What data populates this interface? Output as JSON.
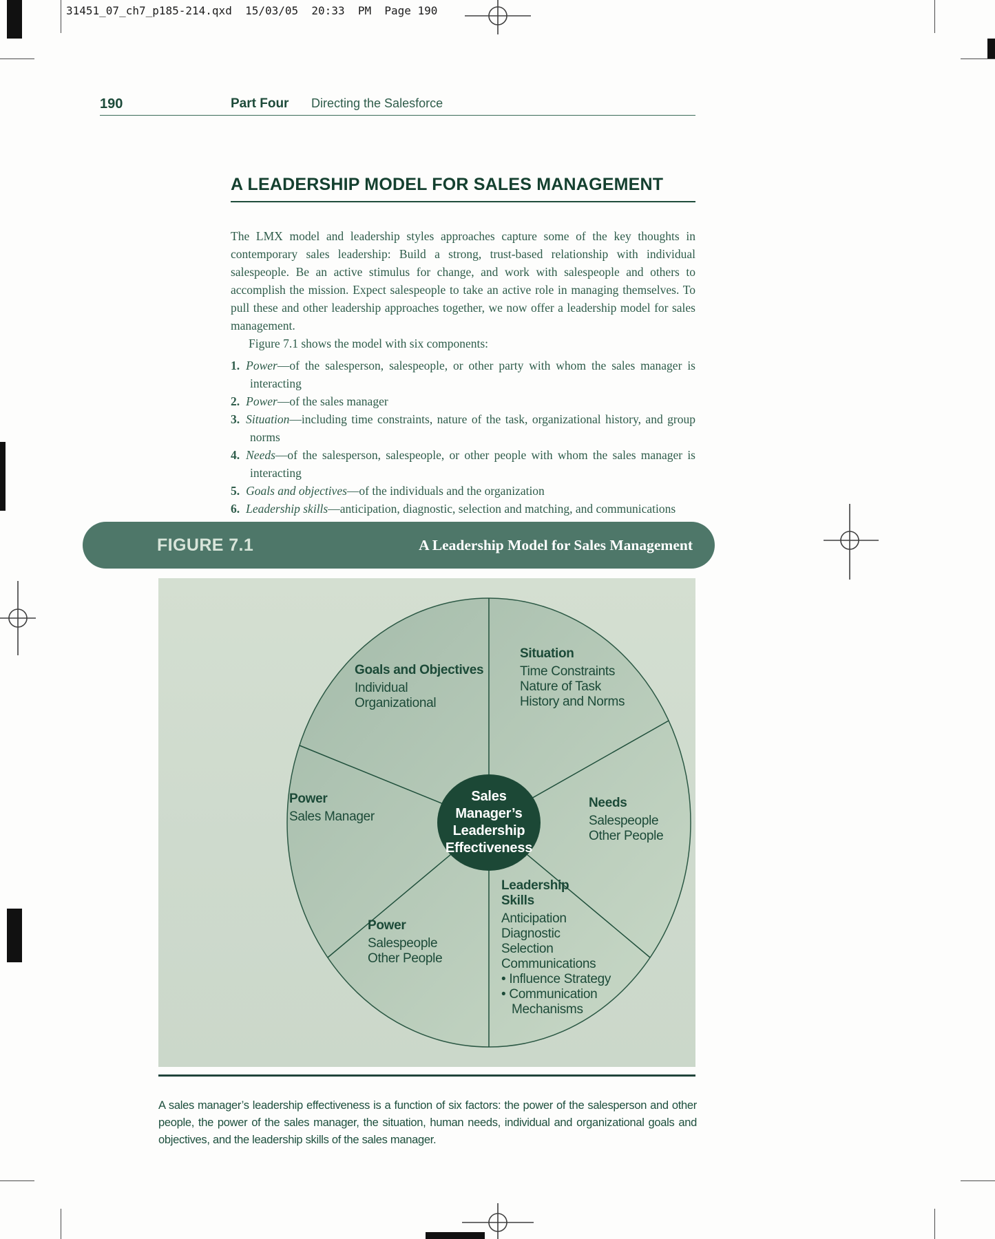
{
  "print_header": {
    "filename_line": "31451_07_ch7_p185-214.qxd  15/03/05  20:33  PM  Page 190"
  },
  "page_header": {
    "page_number": "190",
    "part_label": "Part Four",
    "part_title": "Directing the Salesforce"
  },
  "section": {
    "heading": "A LEADERSHIP MODEL FOR SALES MANAGEMENT",
    "paragraph": "The LMX model and leadership styles approaches capture some of the key thoughts in contemporary sales leadership: Build a strong, trust-based relationship with individual salespeople. Be an active stimulus for change, and work with salespeople and others to accomplish the mission. Expect salespeople to take an active role in managing themselves. To pull these and other leadership approaches together, we now offer a leadership model for sales management.",
    "figure_intro": "Figure 7.1 shows the model with six components:",
    "list": [
      {
        "num": "1.",
        "term": "Power",
        "rest": "—of the salesperson, salespeople, or other party with whom the sales manager is interacting"
      },
      {
        "num": "2.",
        "term": "Power",
        "rest": "—of the sales manager"
      },
      {
        "num": "3.",
        "term": "Situation",
        "rest": "—including time constraints, nature of the task, organizational history, and group norms"
      },
      {
        "num": "4.",
        "term": "Needs",
        "rest": "—of the salesperson, salespeople, or other people with whom the sales manager is interacting"
      },
      {
        "num": "5.",
        "term": "Goals and objectives",
        "rest": "—of the individuals and the organization"
      },
      {
        "num": "6.",
        "term": "Leadership skills",
        "rest": "—anticipation, diagnostic, selection and matching, and communications"
      }
    ]
  },
  "figure": {
    "label": "FIGURE 7.1",
    "title": "A Leadership Model for Sales Management",
    "center": "Sales Manager’s Leadership Effectiveness",
    "sectors": {
      "goals": {
        "title": "Goals and Objectives",
        "lines": [
          "Individual",
          "Organizational"
        ]
      },
      "situation": {
        "title": "Situation",
        "lines": [
          "Time Constraints",
          "Nature of Task",
          "History and Norms"
        ]
      },
      "needs": {
        "title": "Needs",
        "lines": [
          "Salespeople",
          "Other People"
        ]
      },
      "power_mgr": {
        "title": "Power",
        "lines": [
          "Sales Manager"
        ]
      },
      "power_sp": {
        "title": "Power",
        "lines": [
          "Salespeople",
          "Other People"
        ]
      },
      "skills": {
        "title": "Leadership Skills",
        "lines": [
          "Anticipation",
          "Diagnostic",
          "Selection",
          "Communications",
          "• Influence Strategy",
          "• Communication Mechanisms"
        ]
      }
    },
    "caption": "A sales manager’s leadership effectiveness is a function of six factors: the power of the salesperson and other people, the power of the sales manager, the situation, human needs, individual and organizational goals and objectives, and the leadership skills of the sales manager."
  },
  "colors": {
    "banner_bg": "#4e7769",
    "banner_label": "#d8e5da",
    "panel_bg": "#cedacd",
    "circle_gradient_start": "#a4bbaa",
    "circle_gradient_end": "#c9d9c7",
    "sector_line": "#1f4f3b",
    "center_circle": "#1c4836",
    "text_green": "#2e5c4a",
    "heading_green": "#14402f"
  }
}
